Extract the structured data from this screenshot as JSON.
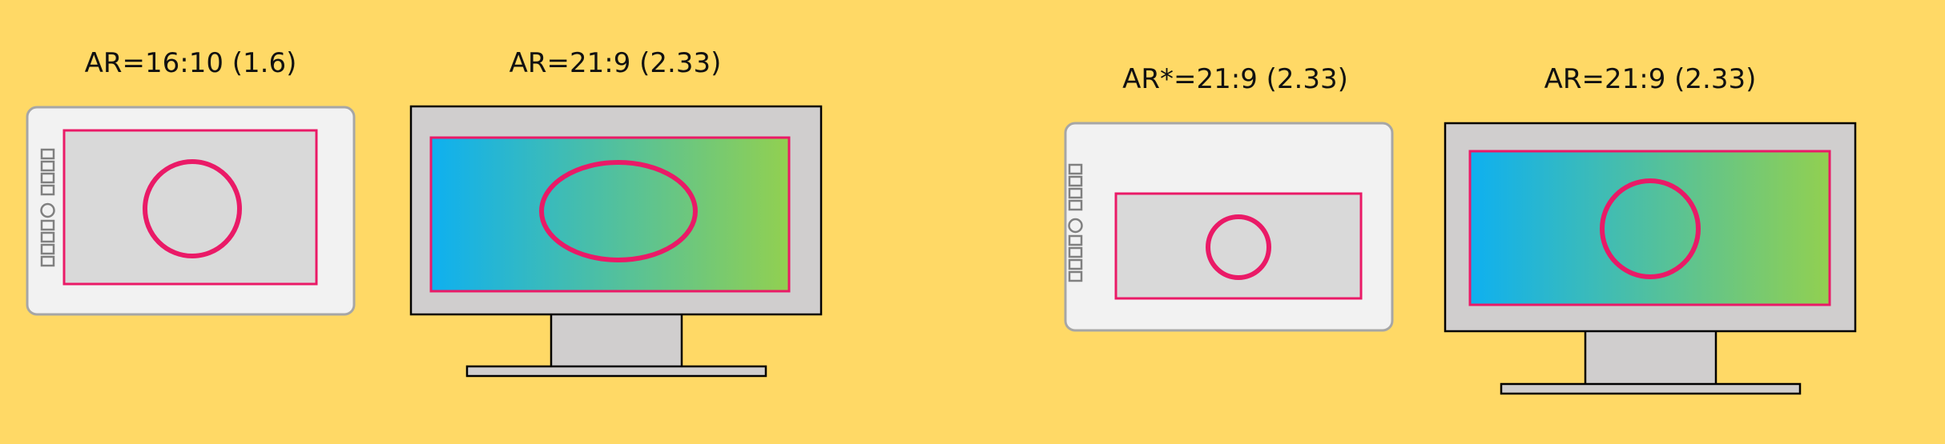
{
  "labels": {
    "tablet_left": "AR=16:10 (1.6)",
    "monitor_left": "AR=21:9 (2.33)",
    "tablet_right": "AR*=21:9 (2.33)",
    "monitor_right": "AR=21:9 (2.33)"
  },
  "colors": {
    "background": "#FFD966",
    "tablet_body": "#F2F2F2",
    "tablet_border": "#A6A6A6",
    "active_area": "#D9D9D9",
    "highlight": "#EA1A67",
    "monitor_body": "#D0CECE",
    "gradient_start": "#0EB0F0",
    "gradient_end": "#92D050",
    "outline": "#000000"
  }
}
